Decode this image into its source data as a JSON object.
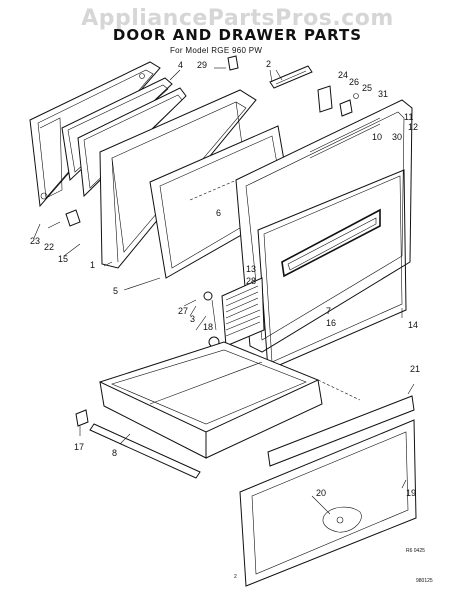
{
  "watermark": "AppliancePartsPros.com",
  "title": "DOOR AND DRAWER PARTS",
  "subtitle": "For Model RGE 960 PW",
  "page_number": "2",
  "ref_code": "R6 0425",
  "doc_code": "980125",
  "callouts": [
    "1",
    "2",
    "3",
    "4",
    "5",
    "6",
    "7",
    "8",
    "10",
    "11",
    "12",
    "13",
    "14",
    "15",
    "16",
    "17",
    "18",
    "19",
    "20",
    "21",
    "22",
    "23",
    "24",
    "25",
    "26",
    "27",
    "28",
    "29",
    "30",
    "31"
  ]
}
